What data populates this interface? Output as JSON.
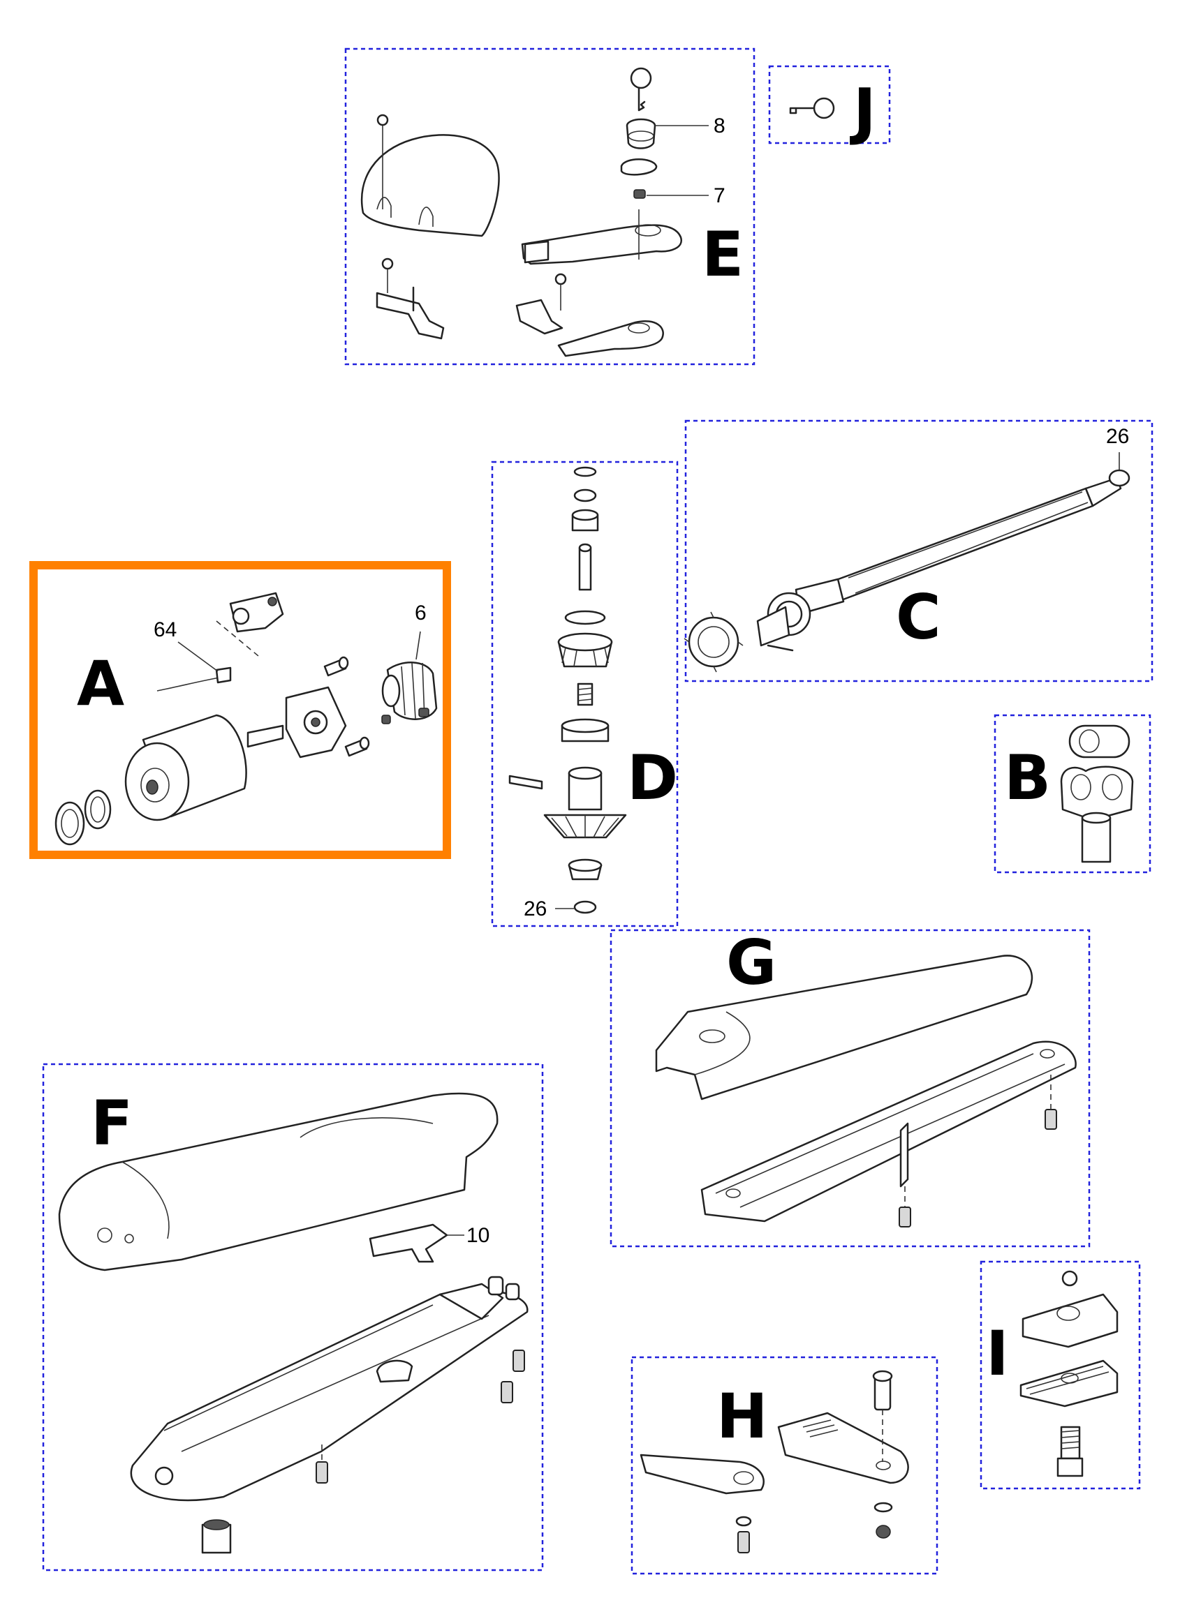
{
  "colors": {
    "box_border": "#2222dd",
    "highlight_border": "#ff8000",
    "line": "#222222"
  },
  "sections": {
    "A": {
      "letter": "A",
      "callouts": [
        "64",
        "6"
      ],
      "highlighted": true
    },
    "B": {
      "letter": "B"
    },
    "C": {
      "letter": "C",
      "callouts": [
        "26"
      ]
    },
    "D": {
      "letter": "D",
      "callouts": [
        "26"
      ]
    },
    "E": {
      "letter": "E",
      "callouts": [
        "8",
        "7"
      ]
    },
    "F": {
      "letter": "F",
      "callouts": [
        "10"
      ]
    },
    "G": {
      "letter": "G"
    },
    "H": {
      "letter": "H"
    },
    "I": {
      "letter": "I"
    },
    "J": {
      "letter": "J"
    }
  }
}
